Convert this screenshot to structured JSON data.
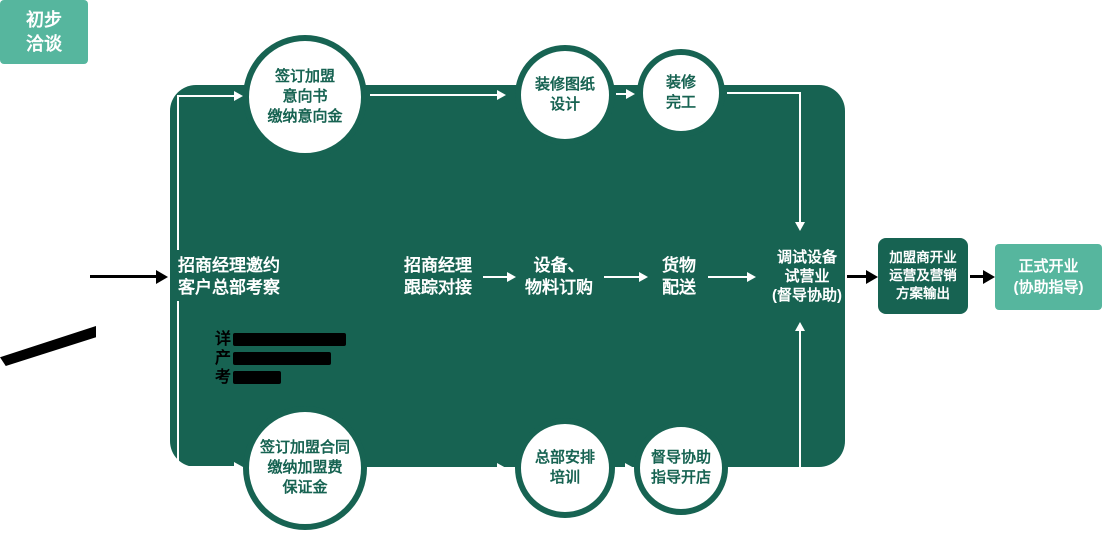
{
  "colors": {
    "teal": "#56b69e",
    "dark_green": "#176352",
    "text_on_dark": "#ffffff",
    "connector_black": "#000000"
  },
  "nodes": {
    "start": {
      "lines": [
        "初步",
        "洽谈"
      ]
    },
    "invite": {
      "lines": [
        "招商经理邀约",
        "客户总部考察"
      ]
    },
    "intent_circle": {
      "lines": [
        "签订加盟",
        "意向书",
        "缴纳意向金"
      ]
    },
    "contract_circle": {
      "lines": [
        "签订加盟合同",
        "缴纳加盟费",
        "保证金"
      ]
    },
    "follow": {
      "lines": [
        "招商经理",
        "跟踪对接"
      ]
    },
    "design_circle": {
      "lines": [
        "装修图纸",
        "设计"
      ]
    },
    "complete_circle": {
      "lines": [
        "装修",
        "完工"
      ]
    },
    "equipment": {
      "lines": [
        "设备、",
        "物料订购"
      ]
    },
    "delivery": {
      "lines": [
        "货物",
        "配送"
      ]
    },
    "training_circle": {
      "lines": [
        "总部安排",
        "培训"
      ]
    },
    "guide_circle": {
      "lines": [
        "督导协助",
        "指导开店"
      ]
    },
    "trial": {
      "lines": [
        "调试设备",
        "试营业",
        "(督导协助)"
      ]
    },
    "opening_prep": {
      "lines": [
        "加盟商开业",
        "运营及营销",
        "方案输出"
      ]
    },
    "official_opening": {
      "lines": [
        "正式开业",
        "(协助指导)"
      ]
    }
  },
  "redacted": {
    "lines": [
      "详",
      "产",
      "考"
    ]
  }
}
